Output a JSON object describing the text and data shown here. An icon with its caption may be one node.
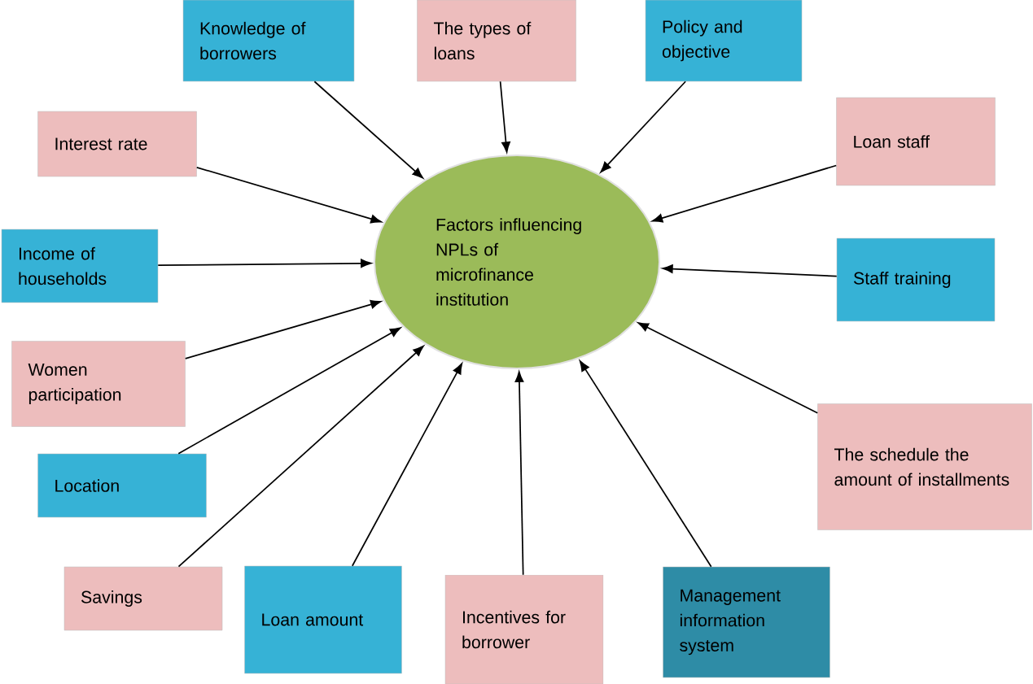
{
  "diagram": {
    "nodes": [
      {
        "text": [
          "Factors influencing NPLs of microfinance institution"
        ]
      },
      {
        "text": [
          "Knowledge of borrowers"
        ]
      },
      {
        "text": [
          "The types of loans"
        ]
      },
      {
        "text": [
          "Policy and objective"
        ]
      },
      {
        "text": [
          "Interest rate"
        ]
      },
      {
        "text": [
          "Loan staff"
        ]
      },
      {
        "text": [
          "Income of households"
        ]
      },
      {
        "text": [
          "Staff training"
        ]
      },
      {
        "text": [
          "Women participation"
        ]
      },
      {
        "text": [
          "The schedule the amount of installments"
        ]
      },
      {
        "text": [
          "Location"
        ]
      },
      {
        "text": [
          "Savings"
        ]
      },
      {
        "text": [
          "Loan amount"
        ]
      },
      {
        "text": [
          "Incentives for borrower"
        ]
      },
      {
        "text": [
          "Management information system"
        ]
      }
    ],
    "edges": [
      {
        "from": 1,
        "to": 0,
        "arrow": "to"
      },
      {
        "from": 2,
        "to": 0,
        "arrow": "to"
      },
      {
        "from": 3,
        "to": 0,
        "arrow": "to"
      },
      {
        "from": 4,
        "to": 0,
        "arrow": "to"
      },
      {
        "from": 5,
        "to": 0,
        "arrow": "to"
      },
      {
        "from": 6,
        "to": 0,
        "arrow": "to"
      },
      {
        "from": 7,
        "to": 0,
        "arrow": "to"
      },
      {
        "from": 8,
        "to": 0,
        "arrow": "to"
      },
      {
        "from": 9,
        "to": 0,
        "arrow": "to"
      },
      {
        "from": 10,
        "to": 0,
        "arrow": "to"
      },
      {
        "from": 11,
        "to": 0,
        "arrow": "to"
      },
      {
        "from": 12,
        "to": 0,
        "arrow": "to"
      },
      {
        "from": 13,
        "to": 0,
        "arrow": "to"
      },
      {
        "from": 14,
        "to": 0,
        "arrow": "to"
      }
    ]
  }
}
